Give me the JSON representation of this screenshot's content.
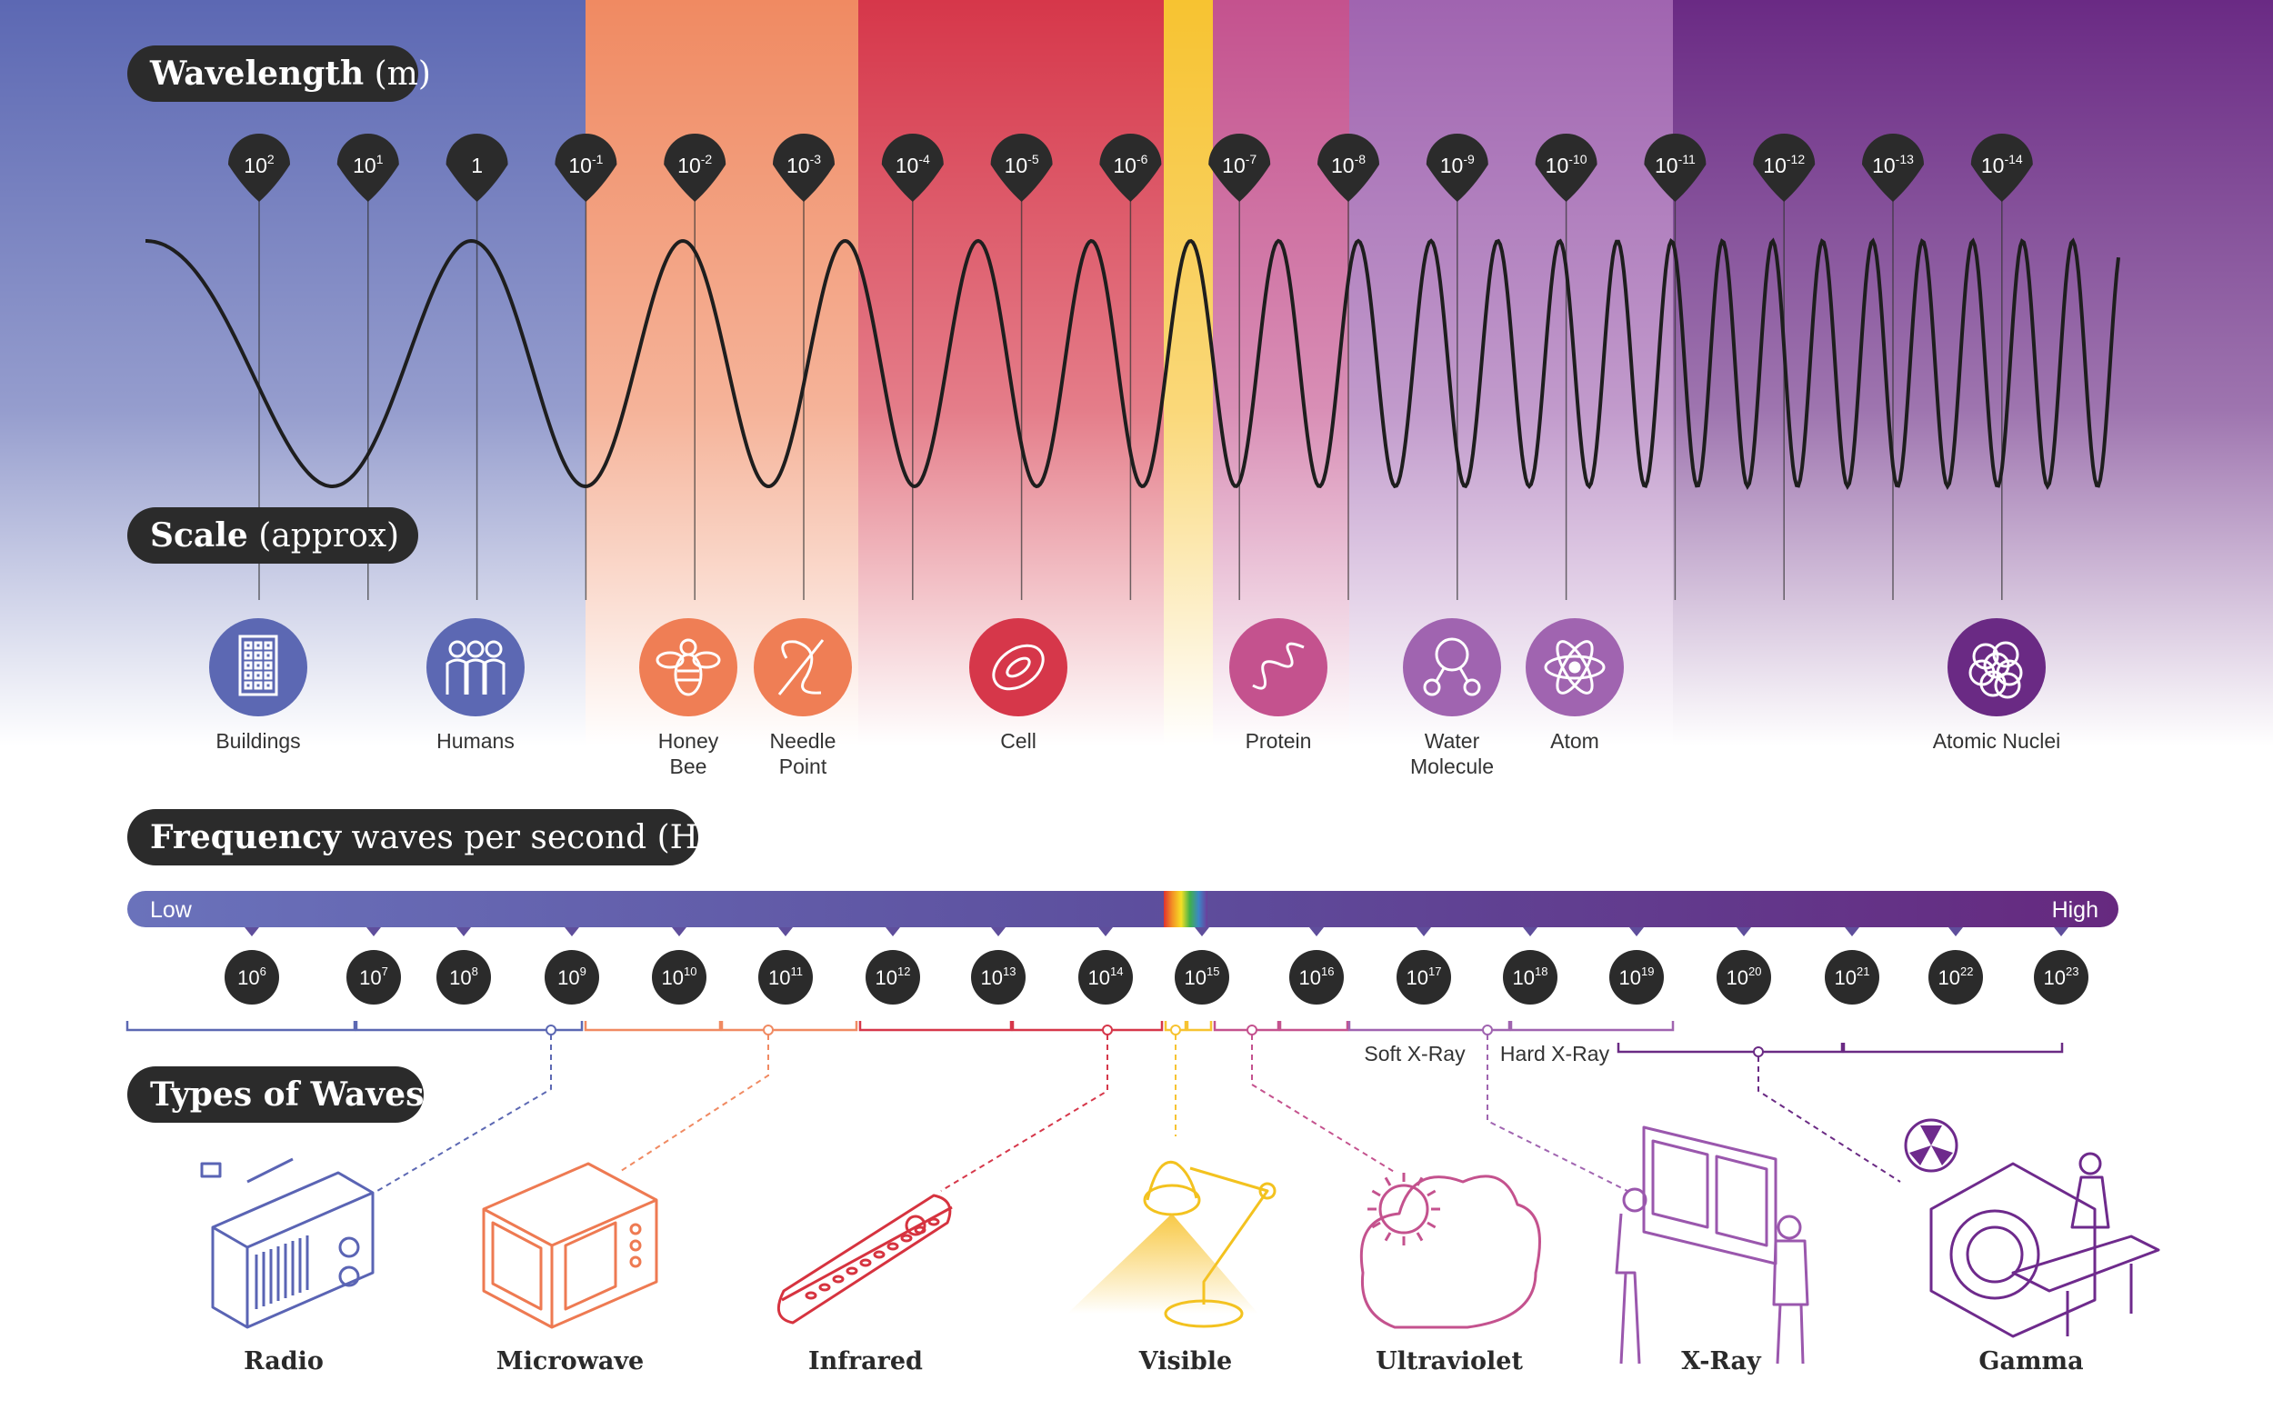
{
  "headers": {
    "wavelength": {
      "bold": "Wavelength",
      "rest": " (m)"
    },
    "scale": {
      "bold": "Scale",
      "rest": " (approx)"
    },
    "frequency": {
      "bold": "Frequency",
      "rest": " waves per second (Hz)"
    },
    "types": {
      "bold": "Types of Waves",
      "rest": ""
    }
  },
  "wavelength_markers": [
    {
      "base": "10",
      "exp": "2"
    },
    {
      "base": "10",
      "exp": "1"
    },
    {
      "base": "1",
      "exp": ""
    },
    {
      "base": "10",
      "exp": "-1"
    },
    {
      "base": "10",
      "exp": "-2"
    },
    {
      "base": "10",
      "exp": "-3"
    },
    {
      "base": "10",
      "exp": "-4"
    },
    {
      "base": "10",
      "exp": "-5"
    },
    {
      "base": "10",
      "exp": "-6"
    },
    {
      "base": "10",
      "exp": "-7"
    },
    {
      "base": "10",
      "exp": "-8"
    },
    {
      "base": "10",
      "exp": "-9"
    },
    {
      "base": "10",
      "exp": "-10"
    },
    {
      "base": "10",
      "exp": "-11"
    },
    {
      "base": "10",
      "exp": "-12"
    },
    {
      "base": "10",
      "exp": "-13"
    },
    {
      "base": "10",
      "exp": "-14"
    }
  ],
  "scale_objects": [
    {
      "label1": "Buildings",
      "label2": "",
      "icon": "building-icon"
    },
    {
      "label1": "Humans",
      "label2": "",
      "icon": "people-icon"
    },
    {
      "label1": "Honey",
      "label2": "Bee",
      "icon": "bee-icon"
    },
    {
      "label1": "Needle",
      "label2": "Point",
      "icon": "needle-icon"
    },
    {
      "label1": "Cell",
      "label2": "",
      "icon": "cell-icon"
    },
    {
      "label1": "Protein",
      "label2": "",
      "icon": "protein-icon"
    },
    {
      "label1": "Water",
      "label2": "Molecule",
      "icon": "molecule-icon"
    },
    {
      "label1": "Atom",
      "label2": "",
      "icon": "atom-icon"
    },
    {
      "label1": "Atomic Nuclei",
      "label2": "",
      "icon": "nuclei-icon"
    }
  ],
  "frequency_bar": {
    "low": "Low",
    "high": "High"
  },
  "frequency_markers": [
    {
      "base": "10",
      "exp": "6"
    },
    {
      "base": "10",
      "exp": "7"
    },
    {
      "base": "10",
      "exp": "8"
    },
    {
      "base": "10",
      "exp": "9"
    },
    {
      "base": "10",
      "exp": "10"
    },
    {
      "base": "10",
      "exp": "11"
    },
    {
      "base": "10",
      "exp": "12"
    },
    {
      "base": "10",
      "exp": "13"
    },
    {
      "base": "10",
      "exp": "14"
    },
    {
      "base": "10",
      "exp": "15"
    },
    {
      "base": "10",
      "exp": "16"
    },
    {
      "base": "10",
      "exp": "17"
    },
    {
      "base": "10",
      "exp": "18"
    },
    {
      "base": "10",
      "exp": "19"
    },
    {
      "base": "10",
      "exp": "20"
    },
    {
      "base": "10",
      "exp": "21"
    },
    {
      "base": "10",
      "exp": "22"
    },
    {
      "base": "10",
      "exp": "23"
    }
  ],
  "xray_sub": {
    "soft": "Soft X-Ray",
    "hard": "Hard X-Ray"
  },
  "wave_types": [
    {
      "label": "Radio",
      "icon": "radio-icon",
      "color": "#5a64b4"
    },
    {
      "label": "Microwave",
      "icon": "microwave-icon",
      "color": "#ee7a52"
    },
    {
      "label": "Infrared",
      "icon": "remote-icon",
      "color": "#d6333f"
    },
    {
      "label": "Visible",
      "icon": "lamp-icon",
      "color": "#f3c21f"
    },
    {
      "label": "Ultraviolet",
      "icon": "uv-cloud-icon",
      "color": "#c4528e"
    },
    {
      "label": "X-Ray",
      "icon": "xray-icon",
      "color": "#9a57ad"
    },
    {
      "label": "Gamma",
      "icon": "gamma-icon",
      "color": "#6e2a8c"
    }
  ],
  "colors": {
    "radio": "#5c68b3",
    "microwave": "#f08a62",
    "infrared": "#d6374a",
    "visible": "#f7c331",
    "ultraviolet": "#c4528e",
    "xray": "#a064b0",
    "gamma": "#6a2a84",
    "pill": "#2b2b2b"
  }
}
